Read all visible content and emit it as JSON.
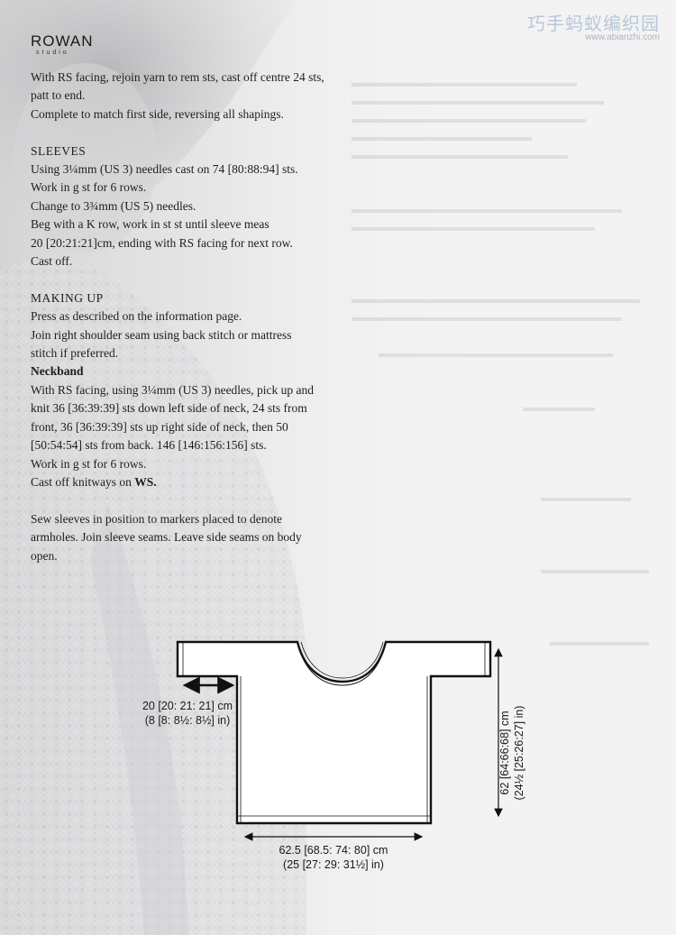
{
  "header": {
    "brand": "ROWAN",
    "brand_sub": "studio",
    "watermark_cn": "巧手蚂蚁编织园",
    "watermark_url": "www.abianzhi.com"
  },
  "instructions": {
    "p1_line1": "With RS facing, rejoin yarn to rem sts, cast off centre 24 sts,",
    "p1_line2": "patt to end.",
    "p2": "Complete to match first side, reversing all shapings.",
    "sleeves_heading": "SLEEVES",
    "s1": "Using 3¼mm (US 3) needles cast on 74 [80:88:94] sts.",
    "s2": "Work in g st for 6 rows.",
    "s3": "Change to 3¾mm (US 5) needles.",
    "s4_line1": "Beg with a K row, work in st st until sleeve meas",
    "s4_line2": "20 [20:21:21]cm, ending with RS facing for next row.",
    "s5": "Cast off.",
    "making_up_heading": "MAKING UP",
    "m1": "Press as described on the information page.",
    "m2_line1": "Join right shoulder seam using back stitch or mattress",
    "m2_line2": "stitch if preferred.",
    "neckband_heading": "Neckband",
    "n1_line1": "With RS facing, using 3¼mm (US 3) needles, pick up and",
    "n1_line2": "knit 36 [36:39:39] sts down left side of neck, 24 sts from",
    "n1_line3": "front, 36 [36:39:39] sts up right side of neck, then 50",
    "n1_line4": "[50:54:54] sts from back. 146 [146:156:156] sts.",
    "n2": "Work in g st for 6 rows.",
    "n3_pre": "Cast off knitways on ",
    "n3_bold": "WS.",
    "sew_line1": "Sew sleeves in position to markers placed to denote",
    "sew_line2": "armholes. Join sleeve seams. Leave side seams on body",
    "sew_line3": "open."
  },
  "diagram": {
    "sleeve_length_cm": "20 [20: 21: 21] cm",
    "sleeve_length_in": "(8 [8: 8½: 8½] in)",
    "body_width_cm": "62.5 [68.5: 74: 80] cm",
    "body_width_in": "(25 [27: 29: 31½] in)",
    "body_length_cm": "62 [64:66:68] cm",
    "body_length_in": "(24½ [25:26:27] in)"
  },
  "colors": {
    "page_background": "#f3f3f4",
    "text": "#1e1e1e",
    "diagram_fill": "#ffffff",
    "diagram_stroke": "#111111"
  }
}
